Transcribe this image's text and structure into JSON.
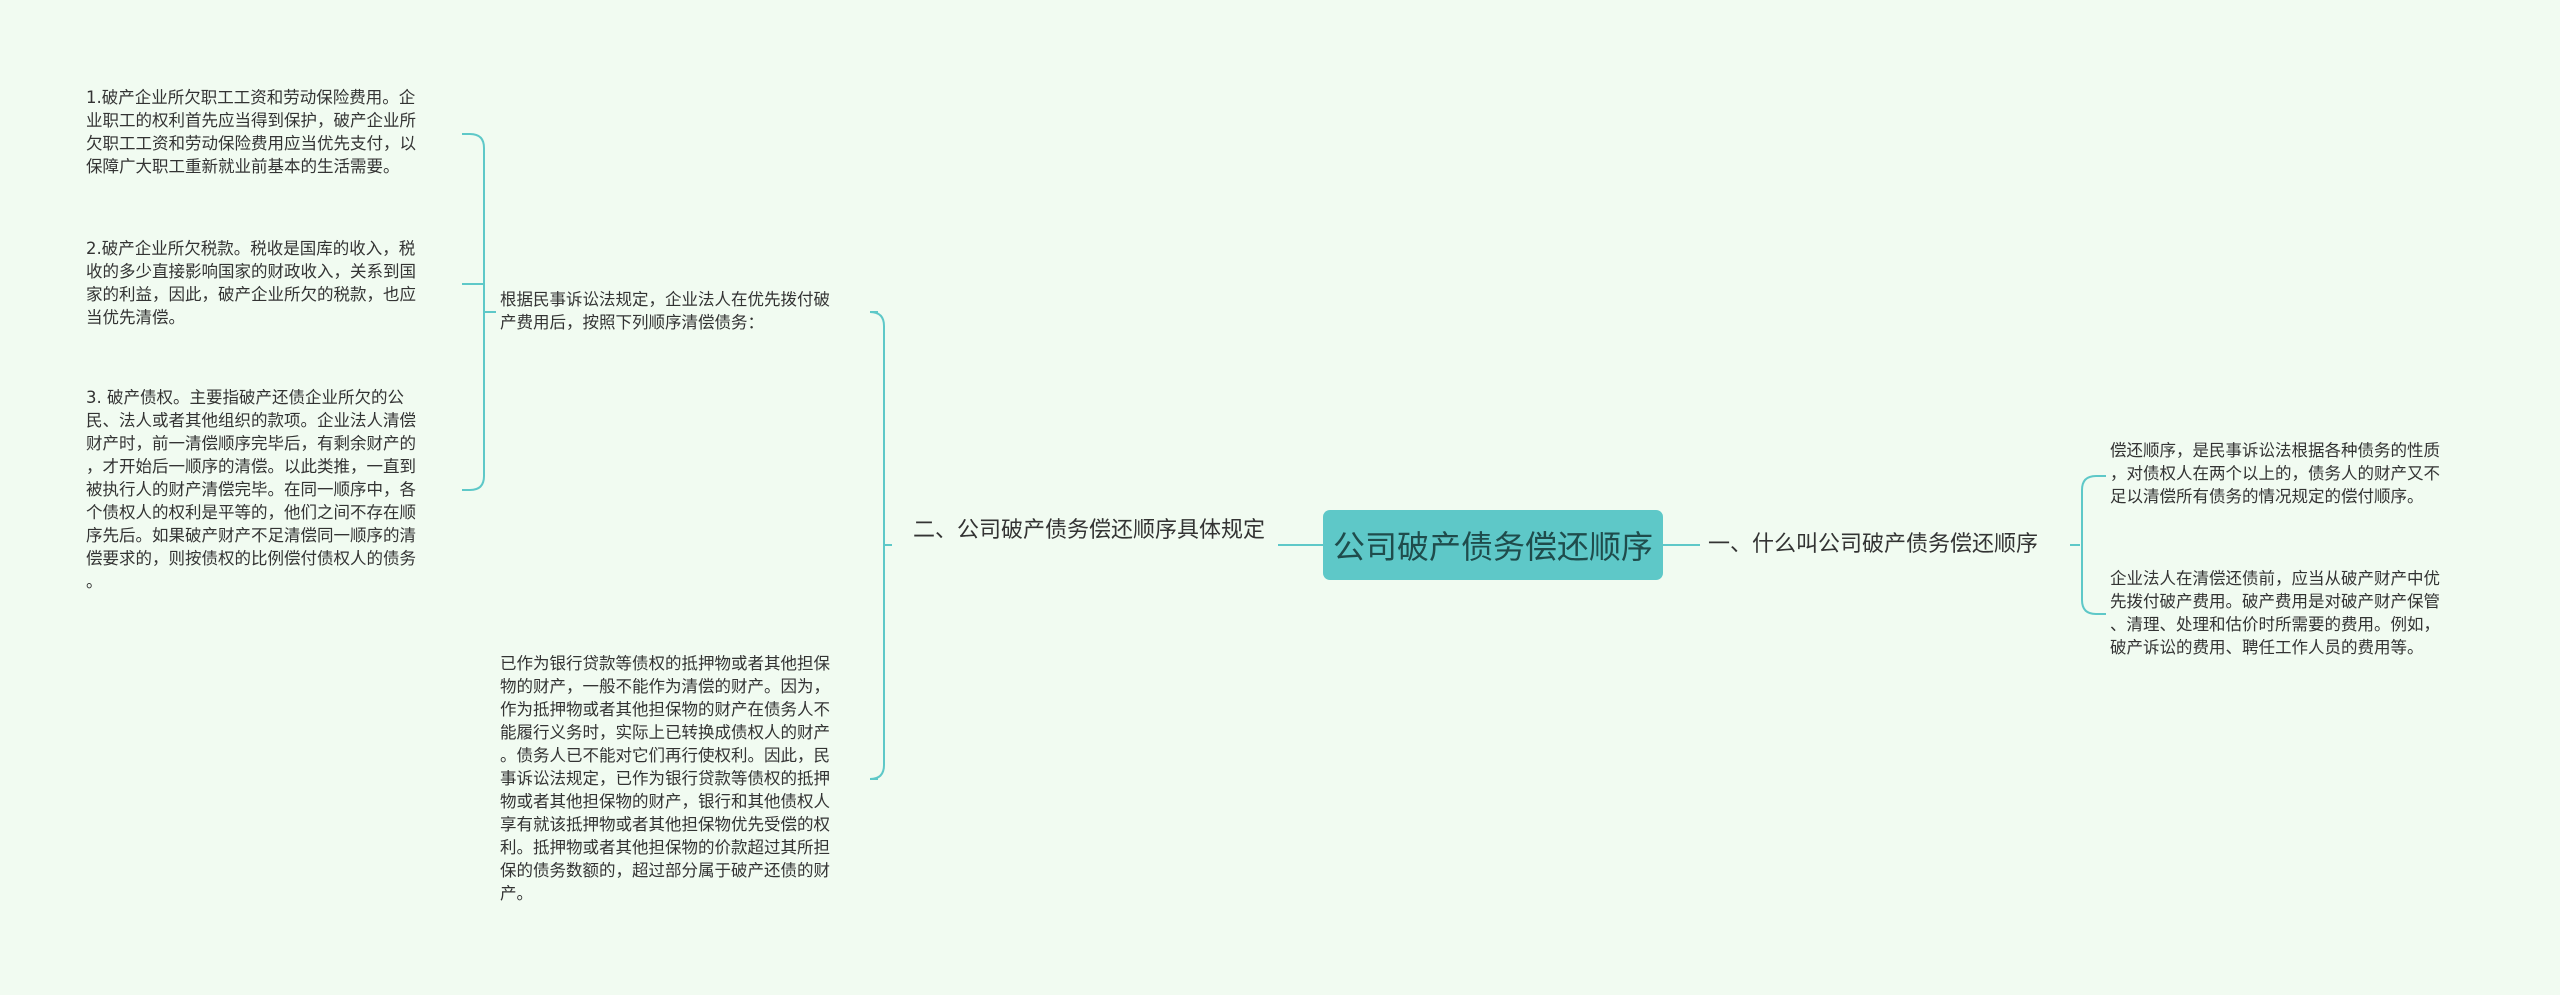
{
  "root": {
    "label": "公司破产债务偿还顺序"
  },
  "right_branch": {
    "label": "一、什么叫公司破产债务偿还顺序",
    "children": [
      {
        "text": "偿还顺序，是民事诉讼法根据各种债务的性质\n，对债权人在两个以上的，债务人的财产又不\n足以清偿所有债务的情况规定的偿付顺序。"
      },
      {
        "text": "企业法人在清偿还债前，应当从破产财产中优\n先拨付破产费用。破产费用是对破产财产保管\n、清理、处理和估价时所需要的费用。例如，\n破产诉讼的费用、聘任工作人员的费用等。"
      }
    ]
  },
  "left_branch": {
    "label": "二、公司破产债务偿还顺序具体规定",
    "children": [
      {
        "text": "根据民事诉讼法规定，企业法人在优先拨付破\n产费用后，按照下列顺序清偿债务：",
        "children": [
          {
            "text": "1.破产企业所欠职工工资和劳动保险费用。企\n业职工的权利首先应当得到保护，破产企业所\n欠职工工资和劳动保险费用应当优先支付，以\n保障广大职工重新就业前基本的生活需要。"
          },
          {
            "text": "2.破产企业所欠税款。税收是国库的收入，税\n收的多少直接影响国家的财政收入，关系到国\n家的利益，因此，破产企业所欠的税款，也应\n当优先清偿。"
          },
          {
            "text": "3. 破产债权。主要指破产还债企业所欠的公\n民、法人或者其他组织的款项。企业法人清偿\n财产时，前一清偿顺序完毕后，有剩余财产的\n，才开始后一顺序的清偿。以此类推，一直到\n被执行人的财产清偿完毕。在同一顺序中，各\n个债权人的权利是平等的，他们之间不存在顺\n序先后。如果破产财产不足清偿同一顺序的清\n偿要求的，则按债权的比例偿付债权人的债务\n。"
          }
        ]
      },
      {
        "text": "已作为银行贷款等债权的抵押物或者其他担保\n物的财产，一般不能作为清偿的财产。因为，\n作为抵押物或者其他担保物的财产在债务人不\n能履行义务时，实际上已转换成债权人的财产\n。债务人已不能对它们再行使权利。因此，民\n事诉讼法规定，已作为银行贷款等债权的抵押\n物或者其他担保物的财产，银行和其他债权人\n享有就该抵押物或者其他担保物优先受偿的权\n利。抵押物或者其他担保物的价款超过其所担\n保的债务数额的，超过部分属于破产还债的财\n产。"
      }
    ]
  },
  "colors": {
    "background": "#f1fbf1",
    "root_fill": "#5ec8c8",
    "connector": "#5ec8c8"
  }
}
